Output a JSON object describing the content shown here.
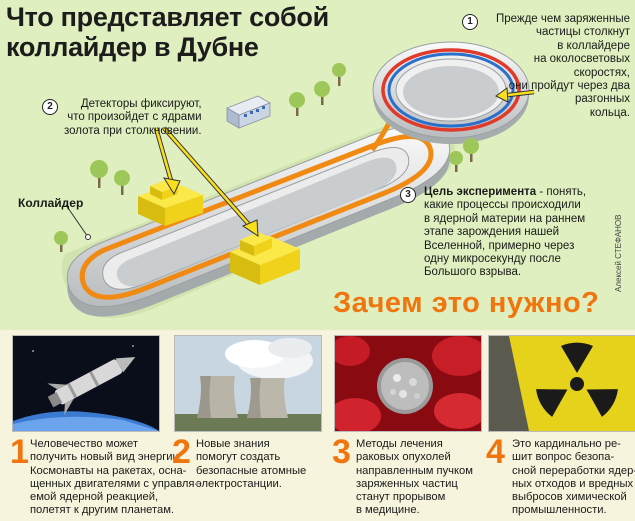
{
  "title": {
    "line1": "Что представляет собой",
    "line2": "коллайдер в Дубне"
  },
  "notes": {
    "n1": {
      "number": "1",
      "text": "Прежде чем заряженные\nчастицы столкнут\nв коллайдере\nна околосветовых\nскоростях,\nони пройдут через два\nразгонных\nкольца."
    },
    "n2": {
      "number": "2",
      "text": "Детекторы фиксируют,\nчто произойдет с ядрами\nзолота при столкновении."
    },
    "n3": {
      "number": "3",
      "bold": "Цель эксперимента",
      "text": " - понять,\nкакие процессы происходили\nв ядерной материи на раннем\nэтапе зарождения нашей\nВселенной, примерно через\nодну микросекунду после\nБольшого взрыва."
    }
  },
  "collider_label": "Коллайдер",
  "author": "Алексей СТЕФАНОВ",
  "why_heading": "Зачем это нужно?",
  "cards": [
    {
      "number": "1",
      "text": "Человечество может\nполучить новый вид энергии.\nКосмонавты на ракетах, осна-\nщенных двигателями с управля-\nемой ядерной реакцией,\nполетят к другим планетам.",
      "image": "rocket-photo"
    },
    {
      "number": "2",
      "text": "Новые знания\nпомогут создать\nбезопасные атомные\nэлектростанции.",
      "image": "power-plant-photo"
    },
    {
      "number": "3",
      "text": "Методы лечения\nраковых опухолей\nнаправленным пучком\nзаряженных частиц\nстанут прорывом\nв медицине.",
      "image": "cell-photo"
    },
    {
      "number": "4",
      "text": "Это кардинально ре-\nшит вопрос безопа-\nсной переработки ядер-\nных отходов и вредных\nвыбросов химической\nпромышленности.",
      "image": "radiation-sign-photo"
    }
  ],
  "colors": {
    "background": "#dfefbf",
    "accent_orange": "#f0750f",
    "detector_yellow": "#f8de1c",
    "ring_blue": "#2a6fcc",
    "ring_red": "#e03a2a"
  }
}
